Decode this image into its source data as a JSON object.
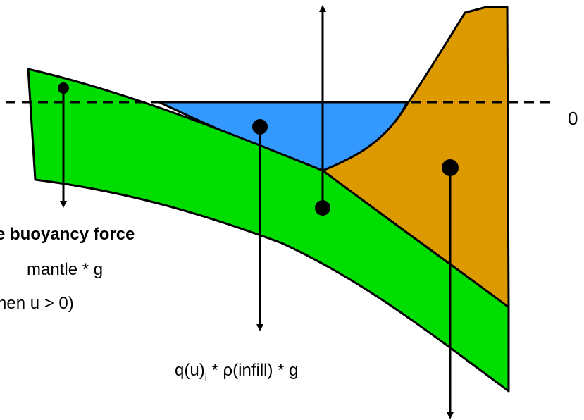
{
  "diagram": {
    "sea_level_label": "0",
    "buoyancy": {
      "title": "e buoyancy force",
      "line2": "mantle * g",
      "line3": "hen u > 0)"
    },
    "infill_label": {
      "q": "q(u)",
      "subscript": "i",
      "rest": " * ρ(infill) * g"
    }
  },
  "colors": {
    "plate": "#00dd00",
    "water": "#3399ff",
    "sediment": "#dd9900",
    "stroke": "#000000"
  }
}
